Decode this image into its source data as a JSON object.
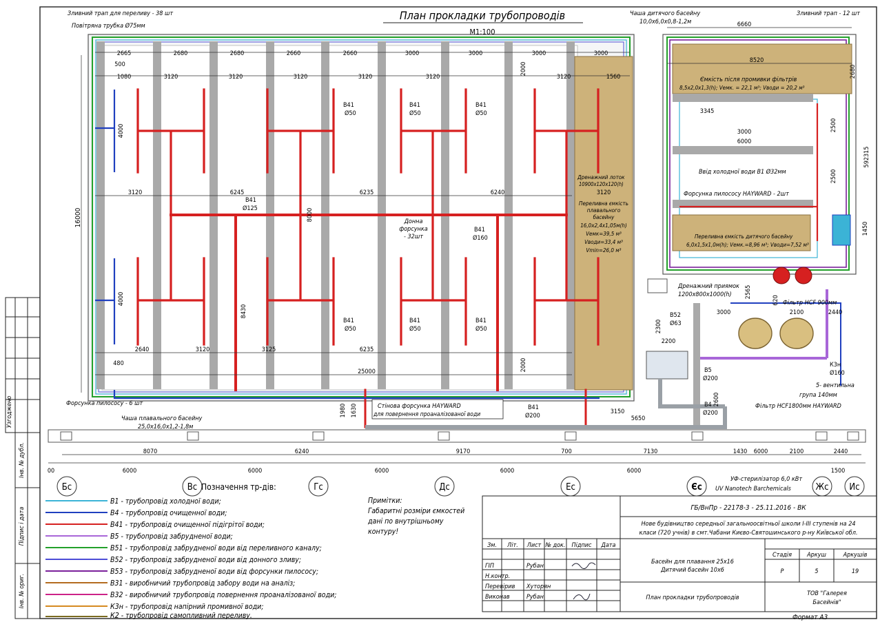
{
  "colors": {
    "b1": "#3bb3d6",
    "b4": "#1f3fbf",
    "b41": "#d62020",
    "b5": "#a866d8",
    "b51": "#22a02a",
    "b52": "#4d4dd6",
    "b53": "#7a1f9a",
    "v31": "#b36b1e",
    "v32": "#cc2288",
    "k3n": "#d68a1f",
    "k2": "#7a6a1f",
    "tank": "#cdb27a",
    "beam": "#a9a9a9",
    "wall": "#9aa0a6"
  },
  "title": {
    "main": "План прокладки трубопроводів",
    "scale": "М1:100"
  },
  "labels": {
    "drain_overflow": "Зливний трап для переливу - 38 шт",
    "air_tube": "Повітряна трубка Ø75мм",
    "kids_bowl": "Чаша дитячого басейну",
    "kids_bowl_size": "10,0х6,0х0,8-1,2м",
    "drain_kids": "Зливний трап - 12 шт",
    "tank_after_filter": "Ємкість після промивки фільтрів",
    "tank_after_filter_size": "8,5х2,0х1,3(h); Vемк. = 22,1 м³; Vводи = 20,2 м³",
    "cold_water": "Ввід холодної води В1 Ø32мм",
    "vac_hayward_kids": "Форсунка пилососу HAYWARD - 2шт",
    "kids_overflow_tank": "Переливна ємкість дитячого басейну",
    "kids_overflow_tank_size": "6,0х1,5х1,0м(h); Vемк.=8,96 м³; Vводи=7,52 м³",
    "drain_tray": "Дренажний лоток",
    "drain_tray_size": "10900х120х120(h)",
    "overflow_tank_l1": "Переливна ємкість",
    "overflow_tank_l2": "плавального",
    "overflow_tank_l3": "басейну",
    "overflow_tank_size": "16,0х2,4х1,05м(h)",
    "overflow_v1": "Vемк=39,5 м³",
    "overflow_v2": "Vводи=33,4 м³",
    "overflow_v3": "Vmin=26,0 м³",
    "bottom_nozzle_l1": "Донна",
    "bottom_nozzle_l2": "форсунка",
    "bottom_nozzle_l3": "- 32шт",
    "drain_pit": "Дренажний приямок",
    "drain_pit_size": "1200х800х1000(h)",
    "filter_hcf900": "Фільтр HCF 900мм",
    "filter_hcf1800": "Фільтр HCF1800мм HAYWARD",
    "valve_group_l1": "5- вентильна",
    "valve_group_l2": "група 140мм",
    "wall_nozzle_l1": "Стінова форсунка HAYWARD",
    "wall_nozzle_l2": "для повернення проаналізованої води",
    "vac_nozzle": "Форсунка пилососу - 6 шт",
    "main_bowl": "Чаша плавального басейну",
    "main_bowl_size": "25,0х16,0х1,2-1,8м",
    "uv": "УФ-стерилізатор 6,0 кВт",
    "uv_brand": "UV Nanotech Barchemicals",
    "b41_d50": "Ø50",
    "b41": "В41",
    "b41_d125": "Ø125",
    "b41_d160": "Ø160",
    "b41_d200": "Ø200",
    "b52": "В52",
    "b52_d63": "Ø63",
    "b5": "В5",
    "b5_d200": "Ø200",
    "b4": "В4",
    "b4_d200": "Ø200",
    "k3n": "К3н",
    "k3n_d160": "Ø160"
  },
  "dims": {
    "top_row": [
      "2665",
      "2680",
      "2680",
      "2660",
      "2660",
      "3000",
      "3000",
      "3000",
      "3000"
    ],
    "second_row": [
      "1080",
      "3120",
      "3120",
      "3120",
      "3120",
      "3120",
      "3120",
      "1560"
    ],
    "d500": "500",
    "d16000": "16000",
    "d4000a": "4000",
    "d4000b": "4000",
    "d3120": "3120",
    "d6245": "6245",
    "d6235a": "6235",
    "d6240": "6240",
    "d8000": "8000",
    "d8430": "8430",
    "d2640": "2640",
    "d3120b": "3120",
    "d3125": "3125",
    "d6235b": "6235",
    "d480": "480",
    "d25000": "25000",
    "d2000": "2000",
    "d3120c": "3120",
    "d6660": "6660",
    "d8520": "8520",
    "d3345": "3345",
    "d3000a": "3000",
    "d6000": "6000",
    "d2680": "2680",
    "d2500a": "2500",
    "d2500b": "2500",
    "d592315": "592315",
    "d1450": "1450",
    "d2565": "2565",
    "d620": "620",
    "d3000b": "3000",
    "d2100": "2100",
    "d2440": "2440",
    "d2300": "2300",
    "d2200": "2200",
    "d3150": "3150",
    "d5650": "5650",
    "d2600": "2600",
    "d1980": "1980",
    "d1630": "1630",
    "bottom_row": [
      "8070",
      "6240",
      "9170",
      "700",
      "7130",
      "1430",
      "6000",
      "2100",
      "2440"
    ],
    "axis_row": [
      "00",
      "6000",
      "6000",
      "6000",
      "6000",
      "6000",
      "1500"
    ]
  },
  "axes": [
    "Бс",
    "Вс",
    "Гс",
    "Дс",
    "Ес",
    "Єс",
    "Жс",
    "Ис"
  ],
  "legend": {
    "title": "Позначення тр-дів:",
    "items": [
      {
        "code": "В1",
        "text": "В1 - трубопровід холодної води;"
      },
      {
        "code": "В4",
        "text": "В4 - трубопровід очищенної води;"
      },
      {
        "code": "В41",
        "text": "В41 - трубопровід очищенної підігрітої води;"
      },
      {
        "code": "В5",
        "text": "В5 - трубопровід забрудненої води;"
      },
      {
        "code": "В51",
        "text": "В51 - трубопровід забрудненої води від переливного каналу;"
      },
      {
        "code": "В52",
        "text": "В52 - трубопровід забрудненої води від донного зливу;"
      },
      {
        "code": "В53",
        "text": "В53 - трубопровід забрудненої води від форсунки пилососу;"
      },
      {
        "code": "В31",
        "text": "В31 - виробничий трубопровід забору води на аналіз;"
      },
      {
        "code": "В32",
        "text": "В32 - виробничий трубопровід повернення проаналізованої води;"
      },
      {
        "code": "К3н",
        "text": "К3н - трубопровід напірний промивної води;"
      },
      {
        "code": "К2",
        "text": "К2 - трубопровід самопливний переливу."
      }
    ]
  },
  "notes": {
    "title": "Примітки:",
    "l1": "Габаритні розміри ємкостей",
    "l2": "дані по внутрішньому",
    "l3": "контуру!"
  },
  "stamp": {
    "code": "ГБ/ВнПр - 22178-3 - 25.11.2016 - ВК",
    "project_l1": "Нове будівництво середньої загальноосвітньої школи І-ІІІ ступенів на 24",
    "project_l2": "класи (720 учнів) в смт.Чабани Києво-Святошинського р-ну Київської обл.",
    "col_zm": "Зм.",
    "col_lit": "Літ.",
    "col_list": "Лист",
    "col_ndok": "№ док.",
    "col_sign": "Підпис",
    "col_date": "Дата",
    "role_gip": "ГІП",
    "role_nkontr": "Н.контр.",
    "role_perev": "Перевірив",
    "role_vykon": "Виконав",
    "name_gip": "Рубан",
    "name_perev": "Хуторян",
    "name_vykon": "Рубан",
    "object_l1": "Басейн для плавання 25х16",
    "object_l2": "Дитячий басейн 10х6",
    "sheet_title": "План прокладки трубопроводів",
    "stage_h": "Стадія",
    "sheet_h": "Аркуш",
    "sheets_h": "Аркушів",
    "stage": "Р",
    "sheet": "5",
    "sheets": "19",
    "company_l1": "ТОВ \"Галерея",
    "company_l2": "Басейнів\"",
    "format": "Формат А3"
  },
  "side_stamp": {
    "agreed": "Узгоджено",
    "inv_dubl": "Інв. № дубл.",
    "sign_date": "Підпис і дата",
    "inv_orig": "Інв. № ориг."
  }
}
